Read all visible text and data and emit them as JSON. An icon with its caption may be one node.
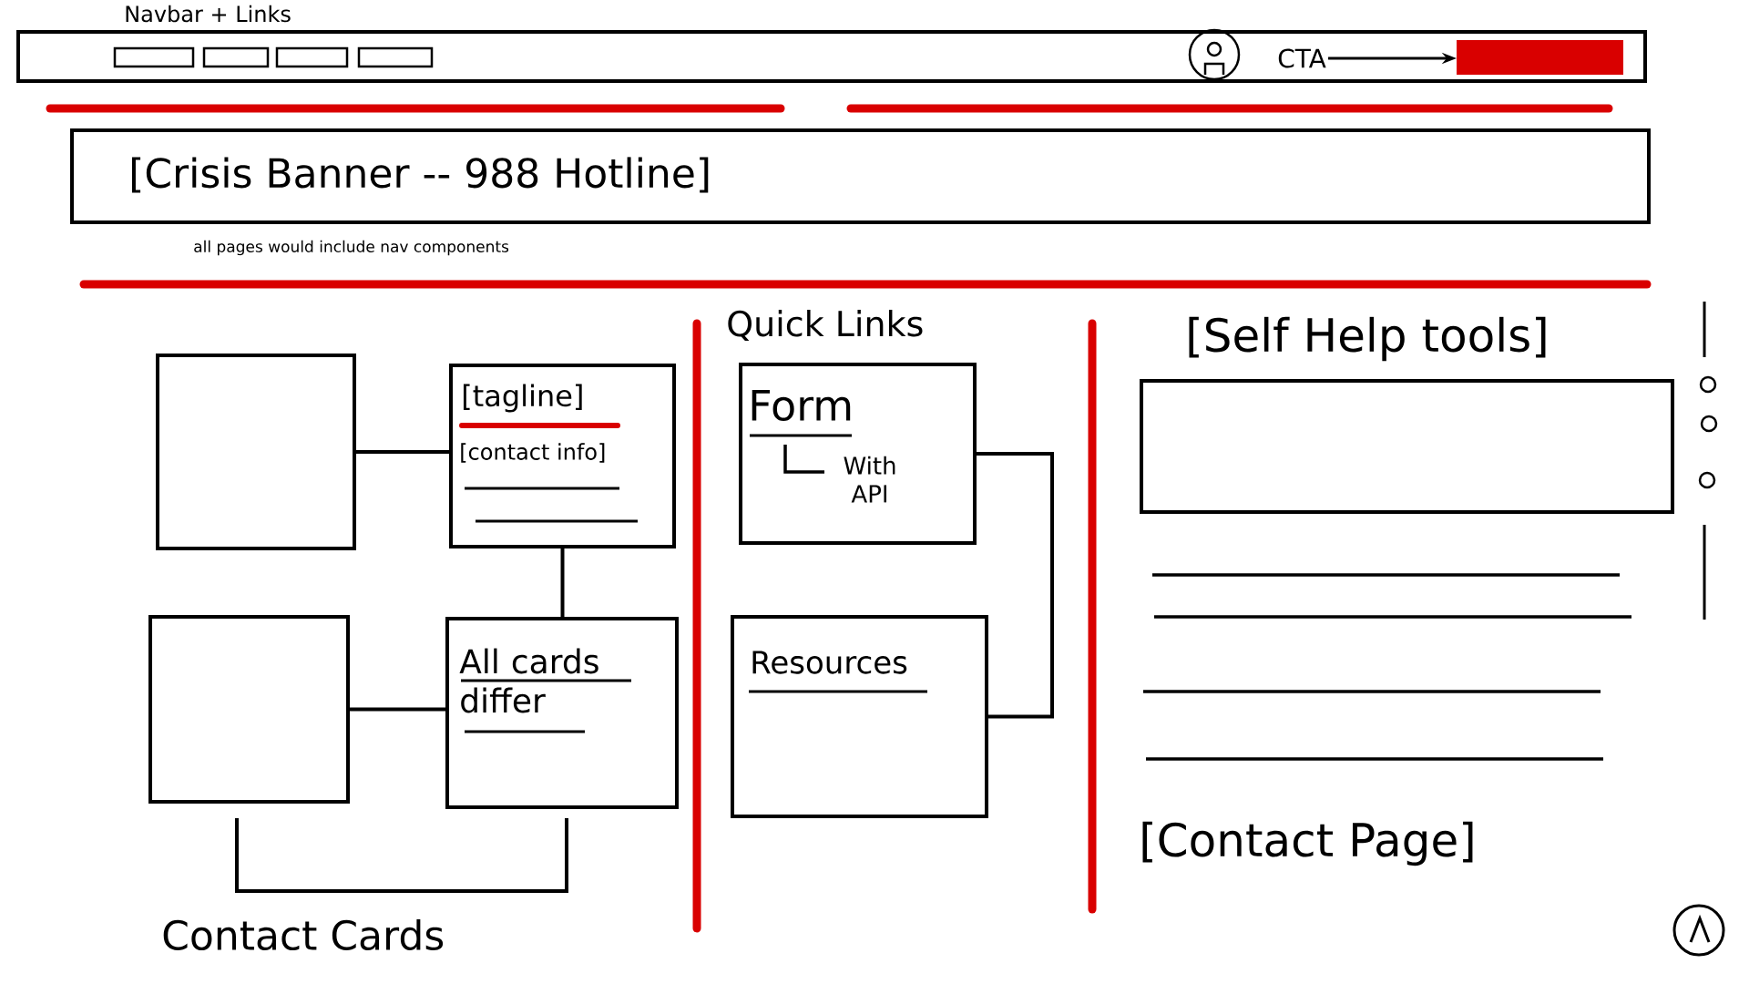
{
  "diagram": {
    "nodes": [
      {
        "text": [
          "Navbar + Links"
        ]
      },
      {
        "text": [
          "CTA"
        ],
        "in": 0
      },
      {
        "text": [],
        "shape": "box",
        "in": 0
      },
      {
        "text": [
          "[Crisis Banner -- 988 Hotline]"
        ]
      },
      {
        "text": [],
        "shape": "box"
      },
      {
        "text": [
          "[tagline]",
          "[contact info]"
        ]
      },
      {
        "text": [],
        "shape": "box"
      },
      {
        "text": [
          "All cards differ"
        ]
      },
      {
        "text": [
          "Form",
          "With API"
        ]
      },
      {
        "text": [
          "Resources"
        ]
      },
      {
        "text": [
          "[Self Help tools]"
        ]
      }
    ],
    "edges": [
      {
        "from": 1,
        "to": 2,
        "arrow": "to"
      },
      {
        "from": 4,
        "to": 5,
        "arrow": "none"
      },
      {
        "from": 5,
        "to": 7,
        "arrow": "none"
      },
      {
        "from": 6,
        "to": 7,
        "arrow": "none"
      },
      {
        "from": 8,
        "to": 9,
        "arrow": "none"
      }
    ],
    "labels": [
      "all pages would include nav components",
      "Quick Links",
      "[Contact Page]",
      "Contact Cards"
    ]
  }
}
